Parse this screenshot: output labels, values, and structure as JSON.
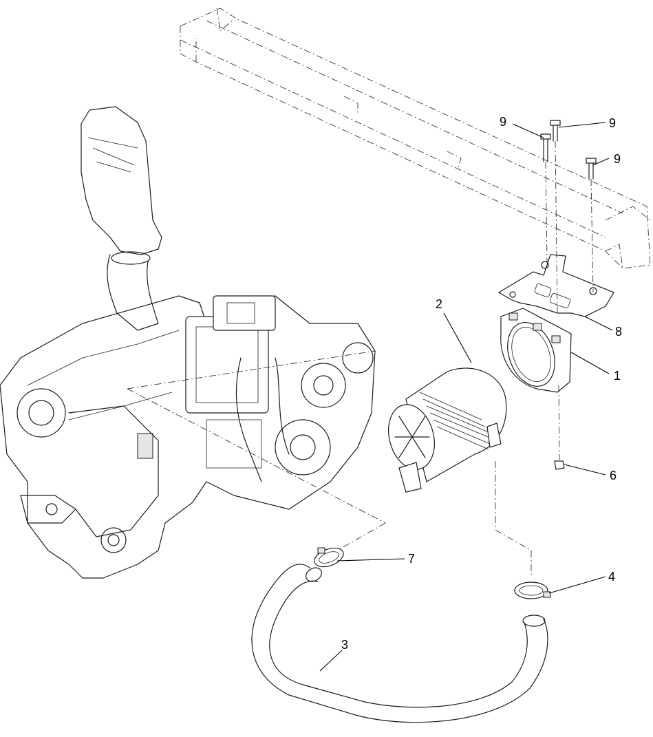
{
  "callouts": {
    "c1": "1",
    "c2": "2",
    "c3": "3",
    "c4": "4",
    "c6": "6",
    "c7": "7",
    "c8": "8",
    "c9a": "9",
    "c9b": "9",
    "c9c": "9"
  }
}
